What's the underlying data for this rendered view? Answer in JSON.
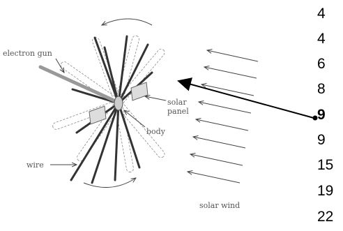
{
  "diagram": {
    "labels": {
      "electron_gun": "electron gun",
      "solar_panel_line1": "solar",
      "solar_panel_line2": "panel",
      "body": "body",
      "wire": "wire",
      "solar_wind": "solar wind"
    }
  },
  "number_list": {
    "items": [
      "4",
      "4",
      "6",
      "8",
      "9",
      "9",
      "15",
      "19",
      "22"
    ],
    "selected_index": 4
  },
  "colors": {
    "wire": "#333333",
    "label": "#555555",
    "pointer": "#000000"
  }
}
